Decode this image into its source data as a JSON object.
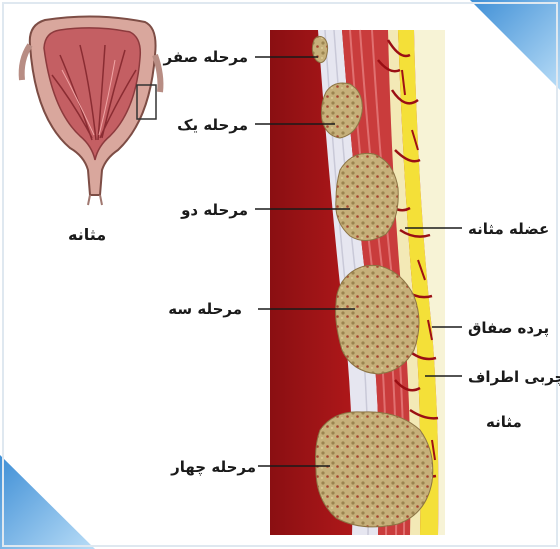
{
  "organ_label": "مثانه",
  "stages": [
    {
      "label": "مرحله صفر"
    },
    {
      "label": "مرحله یک"
    },
    {
      "label": "مرحله دو"
    },
    {
      "label": "مرحله سه"
    },
    {
      "label": "مرحله چهار"
    }
  ],
  "layers": [
    {
      "label": "عضله مثانه"
    },
    {
      "label": "پرده صفاق"
    },
    {
      "label": "چربی اطراف",
      "label2": "مثانه"
    }
  ],
  "colors": {
    "lumen": "#b01818",
    "mucosa": "#e4e4ee",
    "muscle": "#c83a3a",
    "serosa": "#f2e6b0",
    "fat": "#f5e23a",
    "tumor": "#c8b27a",
    "frame_blue": "#6fb4e8"
  }
}
